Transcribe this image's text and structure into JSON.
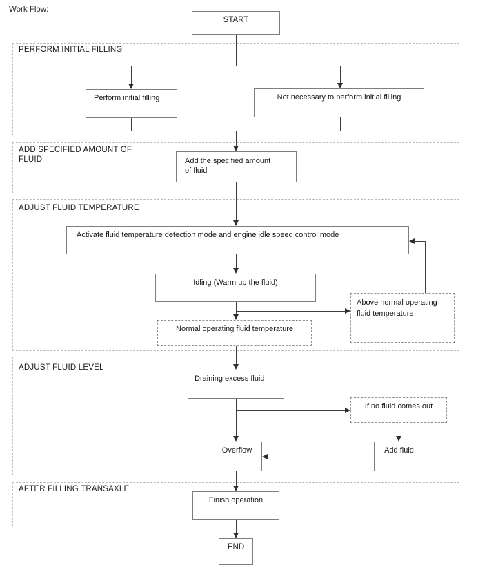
{
  "title": "Work Flow:",
  "flow": {
    "start_label": "START",
    "end_label": "END",
    "sections": [
      {
        "label": "PERFORM INITIAL FILLING"
      },
      {
        "label": "ADD SPECIFIED AMOUNT OF FLUID"
      },
      {
        "label": "ADJUST FLUID TEMPERATURE"
      },
      {
        "label": "ADJUST FLUID LEVEL"
      },
      {
        "label": "AFTER FILLING TRANSAXLE"
      }
    ],
    "nodes": {
      "perform_initial": "Perform initial filling",
      "not_necessary": "Not necessary to perform initial filling",
      "add_amount": "Add the specified amount of fluid",
      "activate": "Activate fluid temperature detection mode and engine idle speed control mode",
      "idling": "Idling (Warm up the fluid)",
      "above_normal": "Above normal operating fluid temperature",
      "normal_temp": "Normal operating fluid temperature",
      "draining": "Draining excess fluid",
      "no_fluid": "If no fluid comes out",
      "overflow": "Overflow",
      "add_fluid": "Add fluid",
      "finish": "Finish operation"
    },
    "edges": [
      {
        "from": "start",
        "to": "perform_initial"
      },
      {
        "from": "start",
        "to": "not_necessary"
      },
      {
        "from": "perform_initial",
        "to": "add_amount"
      },
      {
        "from": "not_necessary",
        "to": "add_amount"
      },
      {
        "from": "add_amount",
        "to": "activate"
      },
      {
        "from": "activate",
        "to": "idling"
      },
      {
        "from": "idling",
        "to": "normal_temp"
      },
      {
        "from": "idling",
        "to": "above_normal"
      },
      {
        "from": "above_normal",
        "to": "activate"
      },
      {
        "from": "normal_temp",
        "to": "draining"
      },
      {
        "from": "draining",
        "to": "overflow"
      },
      {
        "from": "draining",
        "to": "no_fluid"
      },
      {
        "from": "no_fluid",
        "to": "add_fluid"
      },
      {
        "from": "add_fluid",
        "to": "overflow"
      },
      {
        "from": "overflow",
        "to": "finish"
      },
      {
        "from": "finish",
        "to": "end"
      }
    ]
  }
}
